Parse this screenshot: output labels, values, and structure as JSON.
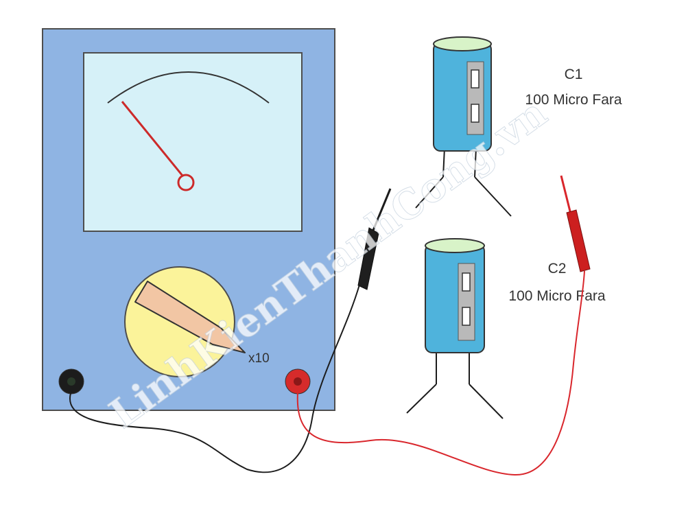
{
  "multimeter": {
    "range_label": "x10",
    "colors": {
      "body": "#8fb4e3",
      "screen": "#d6f1f8",
      "dial": "#fbf39a",
      "pointer": "#f2c6a4",
      "needle": "#cc2a2a"
    }
  },
  "capacitors": [
    {
      "name": "C1",
      "value": "100 Micro Fara"
    },
    {
      "name": "C2",
      "value": "100 Micro Fara"
    }
  ],
  "colors": {
    "capacitor_body": "#4fb3dc",
    "capacitor_top": "#d8f3c8",
    "red_lead": "#d9262c",
    "black_lead": "#1c1c1c",
    "probe_black": "#1f1f1f",
    "probe_red": "#cc1f1f"
  },
  "watermark": "LinhKienThanhCong.vn"
}
